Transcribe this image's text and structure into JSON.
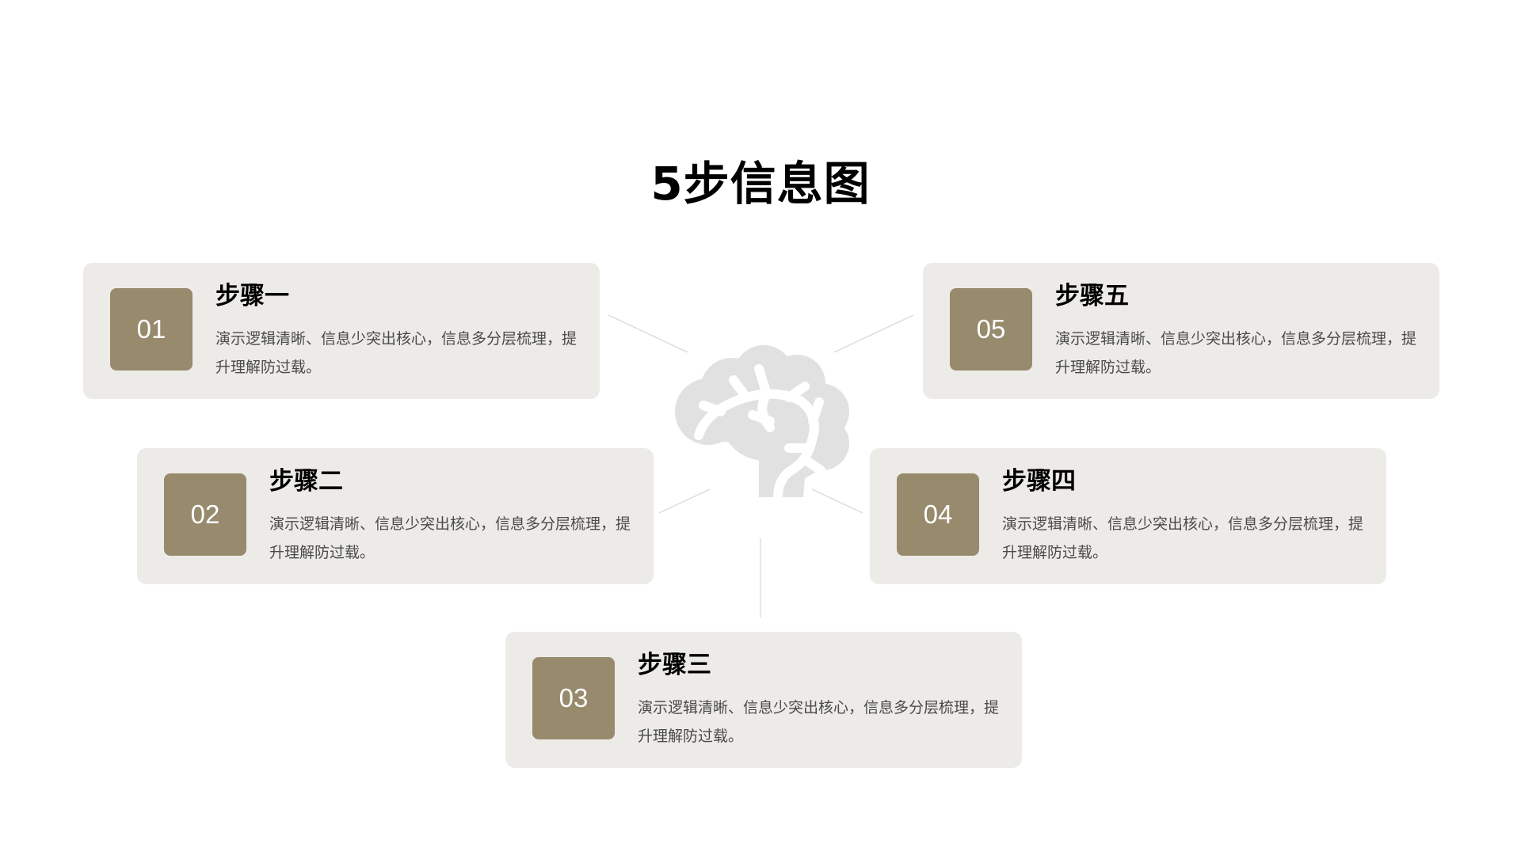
{
  "title": "5步信息图",
  "colors": {
    "background": "#ffffff",
    "card": "#edebe7",
    "badge": "#978a6d",
    "badge_text": "#ffffff",
    "heading": "#000000",
    "body_text": "#4a4a4a",
    "brain_icon": "#e1e1e1",
    "connector": "#d9d9d9"
  },
  "center_icon": "brain-icon",
  "steps": [
    {
      "number": "01",
      "heading": "步骤一",
      "description": "演示逻辑清晰、信息少突出核心，信息多分层梳理，提升理解防过载。"
    },
    {
      "number": "02",
      "heading": "步骤二",
      "description": "演示逻辑清晰、信息少突出核心，信息多分层梳理，提升理解防过载。"
    },
    {
      "number": "03",
      "heading": "步骤三",
      "description": "演示逻辑清晰、信息少突出核心，信息多分层梳理，提升理解防过载。"
    },
    {
      "number": "04",
      "heading": "步骤四",
      "description": "演示逻辑清晰、信息少突出核心，信息多分层梳理，提升理解防过载。"
    },
    {
      "number": "05",
      "heading": "步骤五",
      "description": "演示逻辑清晰、信息少突出核心，信息多分层梳理，提升理解防过载。"
    }
  ]
}
